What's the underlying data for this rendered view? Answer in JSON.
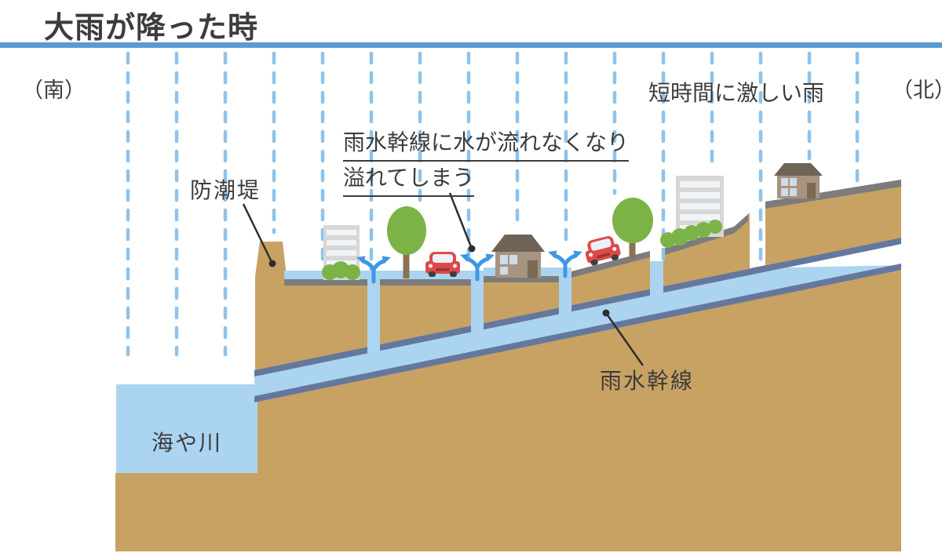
{
  "title": "大雨が降った時",
  "compass": {
    "south": "（南）",
    "north": "（北）"
  },
  "labels": {
    "rain_note": "短時間に激しい雨",
    "overflow_note_line1": "雨水幹線に水が流れなくなり",
    "overflow_note_line2": "溢れてしまう",
    "seawall": "防潮堤",
    "sea_river": "海や川",
    "storm_main": "雨水幹線"
  },
  "colors": {
    "accent_blue": "#5b9bd5",
    "rain_blue": "#8ec3ec",
    "water_blue": "#abd4f1",
    "ground_tan": "#c8a263",
    "road_gray": "#7c7c7c",
    "channel_border": "#64789f",
    "arrow_blue": "#3e97e5",
    "tree_green": "#7cb347",
    "car_red": "#e04848",
    "text_dark": "#3c3c3c"
  }
}
